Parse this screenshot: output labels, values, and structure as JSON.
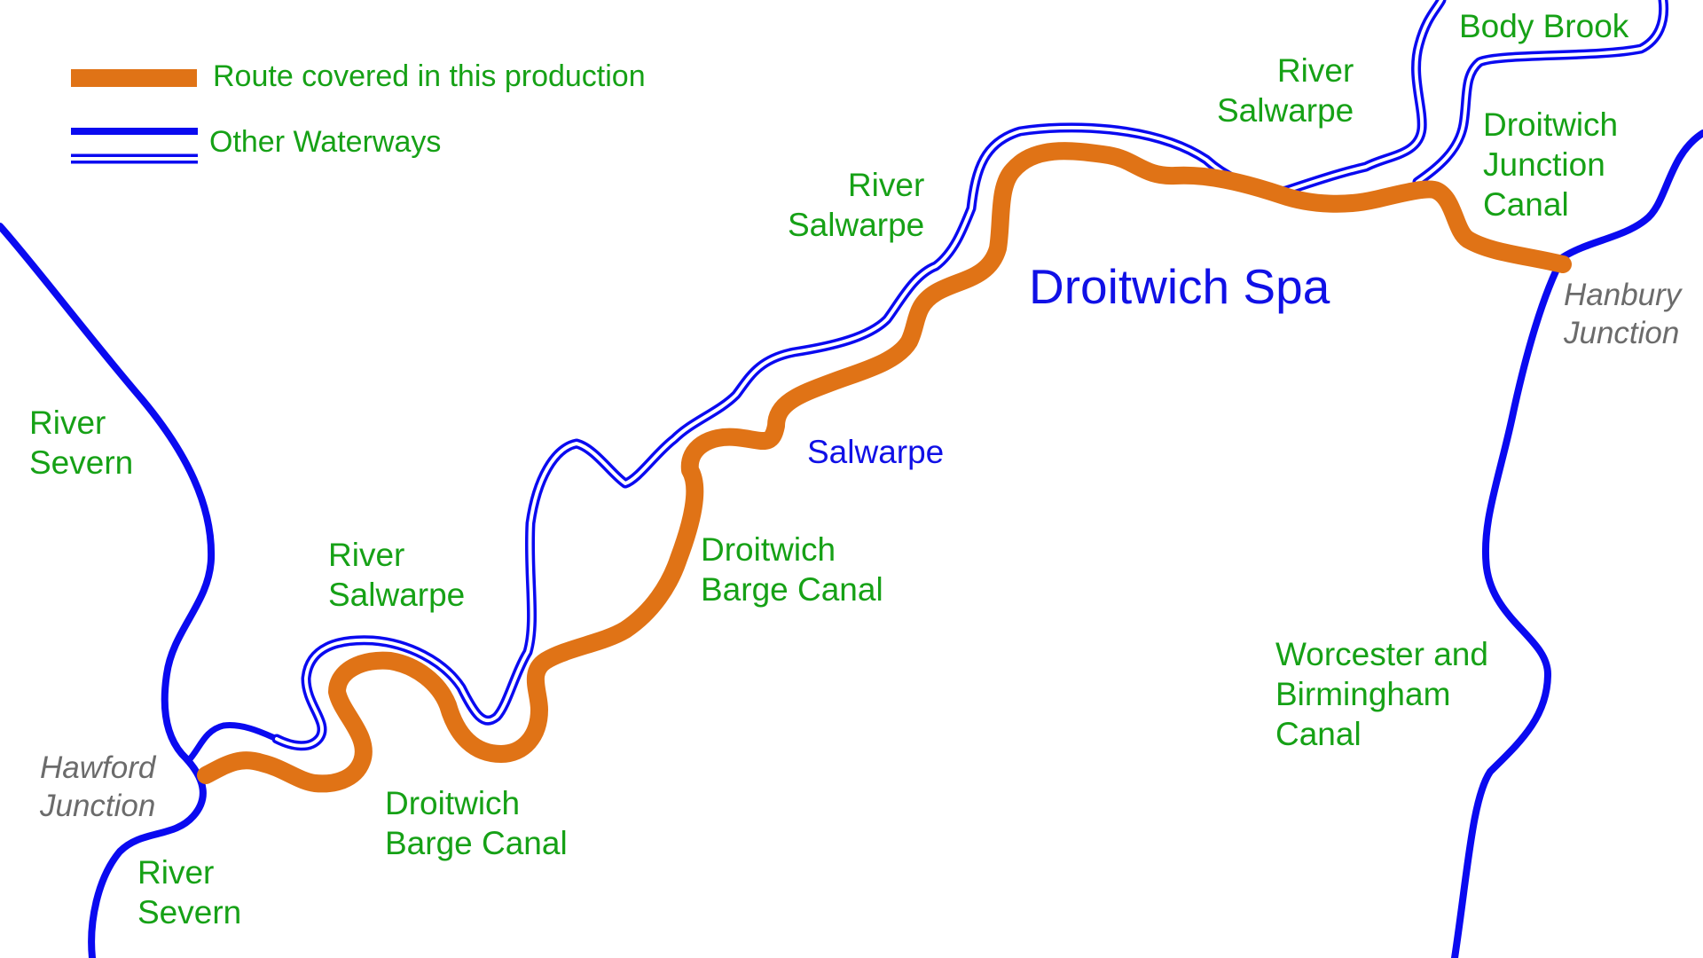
{
  "legend": {
    "route_label": "Route covered in this production",
    "waterways_label": "Other Waterways"
  },
  "colors": {
    "route": "#e07316",
    "waterway": "#0a0af0",
    "label_green": "#16a116",
    "junction_grey": "#6b6b6b",
    "town_blue": "#1010e6"
  },
  "labels": {
    "town": "Droitwich Spa",
    "salwarpe_village": "Salwarpe",
    "severn_upper": [
      "River",
      "Severn"
    ],
    "severn_lower": [
      "River",
      "Severn"
    ],
    "hawford_junction": [
      "Hawford",
      "Junction"
    ],
    "hanbury_junction": [
      "Hanbury",
      "Junction"
    ],
    "river_salwarpe_1": [
      "River",
      "Salwarpe"
    ],
    "river_salwarpe_2": [
      "River",
      "Salwarpe"
    ],
    "river_salwarpe_3": [
      "River",
      "Salwarpe"
    ],
    "barge_canal_1": [
      "Droitwich",
      "Barge Canal"
    ],
    "barge_canal_2": [
      "Droitwich",
      "Barge Canal"
    ],
    "body_brook": "Body Brook",
    "junction_canal": [
      "Droitwich",
      "Junction",
      "Canal"
    ],
    "worcester_birmingham": [
      "Worcester and",
      "Birmingham",
      "Canal"
    ]
  }
}
